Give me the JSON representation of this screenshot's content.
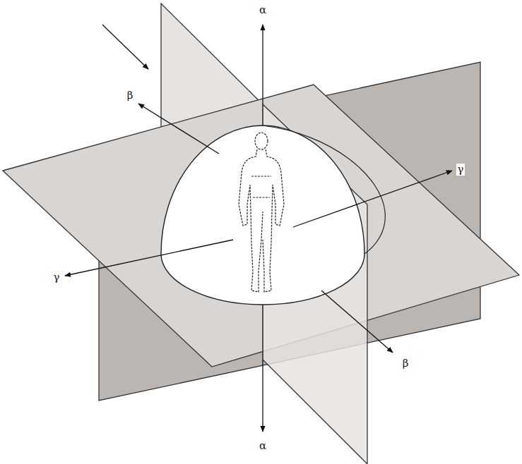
{
  "diagram": {
    "labels": [
      "α",
      "β",
      "γ",
      "γ",
      "β",
      "α"
    ]
  }
}
